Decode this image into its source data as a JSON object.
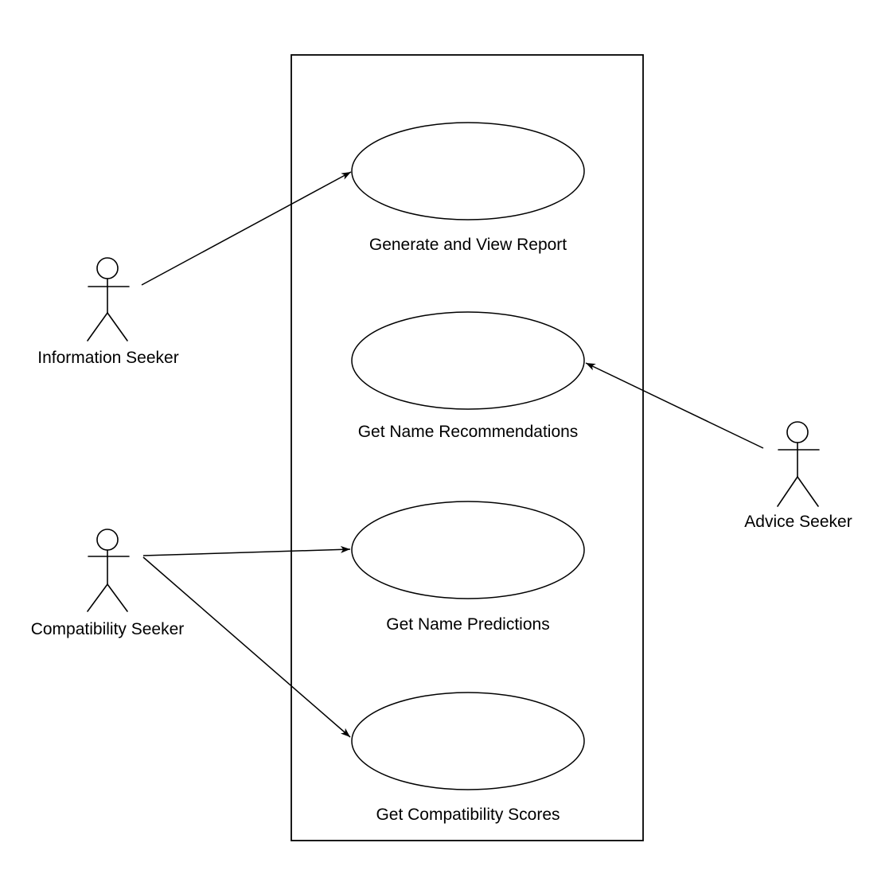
{
  "diagram": {
    "kind": "uml-use-case-diagram",
    "colors": {
      "background": "#ffffff",
      "stroke": "#000000",
      "text": "#000000"
    },
    "system": {
      "use_cases": [
        {
          "label": "Generate and View Report"
        },
        {
          "label": "Get Name Recommendations"
        },
        {
          "label": "Get Name Predictions"
        },
        {
          "label": "Get Compatibility Scores"
        }
      ]
    },
    "actors": [
      {
        "label": "Information Seeker"
      },
      {
        "label": "Advice Seeker"
      },
      {
        "label": "Compatibility Seeker"
      }
    ],
    "associations": [
      {
        "from": "Information Seeker",
        "to": "Generate and View Report",
        "direction": "actor-to-usecase"
      },
      {
        "from": "Advice Seeker",
        "to": "Get Name Recommendations",
        "direction": "actor-to-usecase"
      },
      {
        "from": "Compatibility Seeker",
        "to": "Get Name Predictions",
        "direction": "actor-to-usecase"
      },
      {
        "from": "Compatibility Seeker",
        "to": "Get Compatibility Scores",
        "direction": "actor-to-usecase"
      }
    ]
  }
}
